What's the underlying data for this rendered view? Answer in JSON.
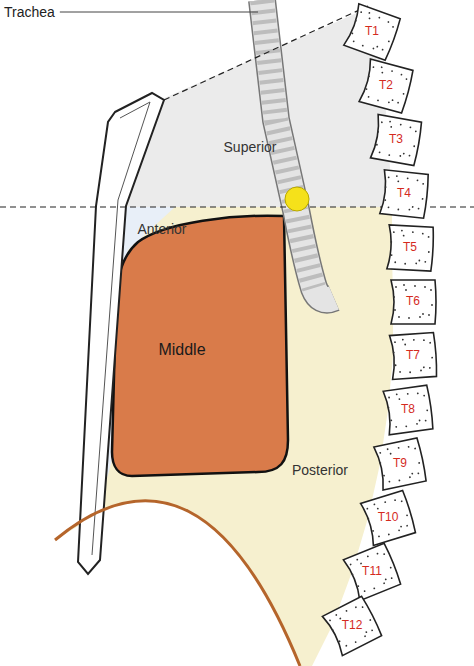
{
  "diagram": {
    "labels": [
      "Trachea",
      "Superior",
      "Anterior",
      "Middle",
      "Posterior",
      "T1",
      "T2",
      "T3",
      "T4",
      "T5",
      "T6",
      "T7",
      "T8",
      "T9",
      "T10",
      "T11",
      "T12"
    ]
  }
}
